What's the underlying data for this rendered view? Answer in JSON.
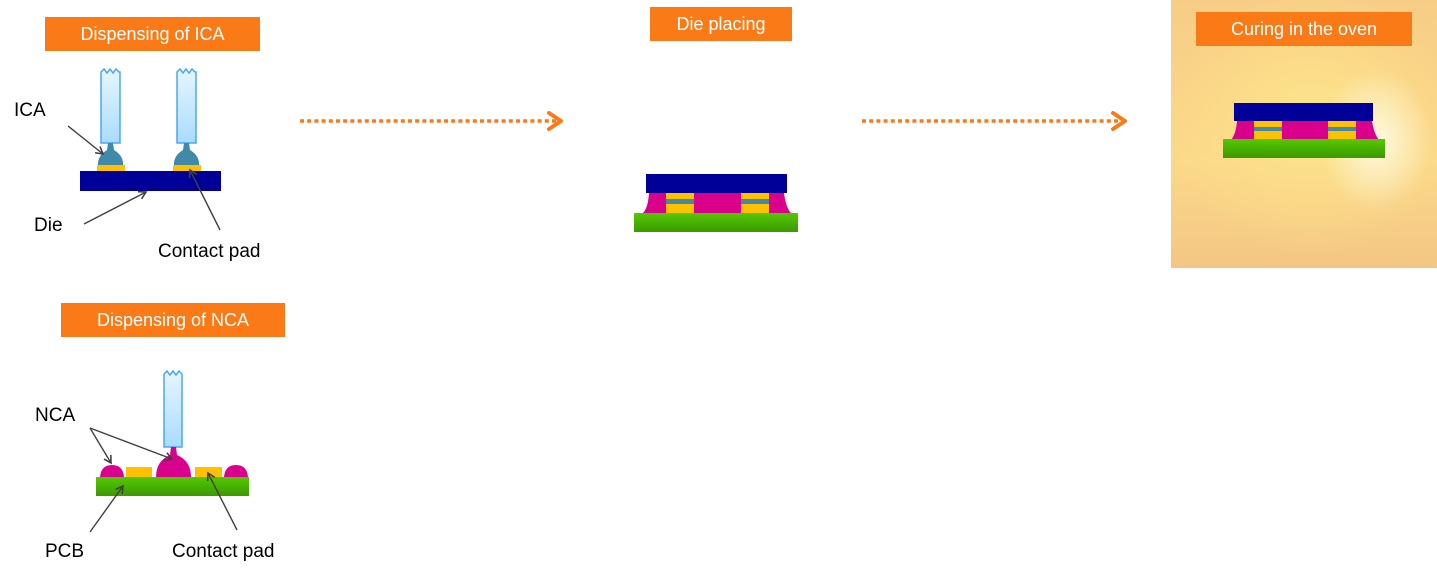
{
  "steps": {
    "ica": {
      "title": "Dispensing of ICA",
      "labels": {
        "adhesive": "ICA",
        "die": "Die",
        "pad": "Contact pad"
      }
    },
    "die_placing": {
      "title": "Die placing"
    },
    "curing": {
      "title": "Curing in the oven"
    },
    "nca": {
      "title": "Dispensing of NCA",
      "labels": {
        "adhesive": "NCA",
        "pcb": "PCB",
        "pad": "Contact pad"
      }
    }
  },
  "colors": {
    "accent": "#f97a16",
    "die": "#000099",
    "pcb": "#4fc100",
    "pad": "#ffc000",
    "ica": "#3f8aa8",
    "nca": "#d9008c",
    "needle": "#bde6ff"
  }
}
